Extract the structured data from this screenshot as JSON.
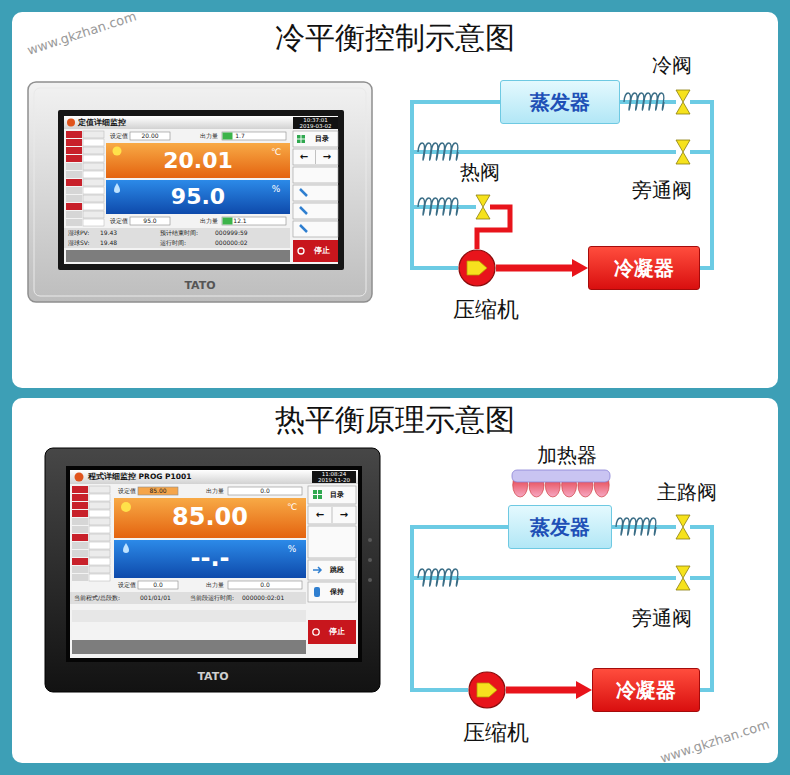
{
  "diagram": {
    "nodes": [
      {
        "text": [
          "冷平衡控制示意图"
        ]
      },
      {
        "text": [
          "蒸发器"
        ],
        "in": 0
      },
      {
        "text": [
          "冷阀"
        ],
        "in": 0
      },
      {
        "text": [
          "热阀"
        ],
        "in": 0
      },
      {
        "text": [
          "旁通阀"
        ],
        "in": 0
      },
      {
        "text": [
          "压缩机"
        ],
        "in": 0
      },
      {
        "text": [
          "冷凝器"
        ],
        "in": 0
      },
      {
        "text": [
          "热平衡原理示意图"
        ]
      },
      {
        "text": [
          "加热器"
        ],
        "in": 7
      },
      {
        "text": [
          "蒸发器"
        ],
        "in": 7
      },
      {
        "text": [
          "主路阀"
        ],
        "in": 7
      },
      {
        "text": [
          "旁通阀"
        ],
        "in": 7
      },
      {
        "text": [
          "压缩机"
        ],
        "in": 7
      },
      {
        "text": [
          "冷凝器"
        ],
        "in": 7
      }
    ],
    "edges": [
      {
        "from": 5,
        "to": 6,
        "arrow": "to"
      },
      {
        "from": 5,
        "to": 3,
        "arrow": "none"
      },
      {
        "from": 3,
        "to": 5,
        "arrow": "none"
      },
      {
        "from": 6,
        "to": 2,
        "arrow": "none"
      },
      {
        "from": 6,
        "to": 4,
        "arrow": "none"
      },
      {
        "from": 2,
        "to": 1,
        "arrow": "none"
      },
      {
        "from": 1,
        "to": 5,
        "arrow": "none"
      },
      {
        "from": 4,
        "to": 5,
        "arrow": "none"
      },
      {
        "from": 12,
        "to": 13,
        "arrow": "to"
      },
      {
        "from": 13,
        "to": 10,
        "arrow": "none"
      },
      {
        "from": 13,
        "to": 11,
        "arrow": "none"
      },
      {
        "from": 10,
        "to": 9,
        "arrow": "none"
      },
      {
        "from": 9,
        "to": 12,
        "arrow": "none"
      },
      {
        "from": 11,
        "to": 12,
        "arrow": "none"
      }
    ],
    "labels": [
      "定值详细监控",
      "10:37:01",
      "2019-03-02",
      "设定值",
      "20.00",
      "出力量",
      "1.7",
      "20.01",
      "℃",
      "95.0",
      "%",
      "设定值",
      "95.0",
      "出力量",
      "12.1",
      "湿球PV:",
      "19.43",
      "预计结束时间:",
      "000999:59",
      "湿球SV:",
      "19.48",
      "运行时间:",
      "000000:02",
      "目录",
      "←",
      "→",
      "停止",
      "TATO",
      "程式详细监控 PROG P1001",
      "11:08:24",
      "2019-11-20",
      "设定值",
      "85.00",
      "出力量",
      "0.0",
      "85.00",
      "℃",
      "--.-",
      "%",
      "设定值",
      "0.0",
      "出力量",
      "0.0",
      "当前程式/总段数:",
      "001/01/01",
      "当前段运行时间:",
      "000000:02:01",
      "目录",
      "←",
      "→",
      "跳段",
      "保持",
      "停止",
      "TATO",
      "www.gkzhan.com",
      "www.gkzhan.com"
    ]
  }
}
